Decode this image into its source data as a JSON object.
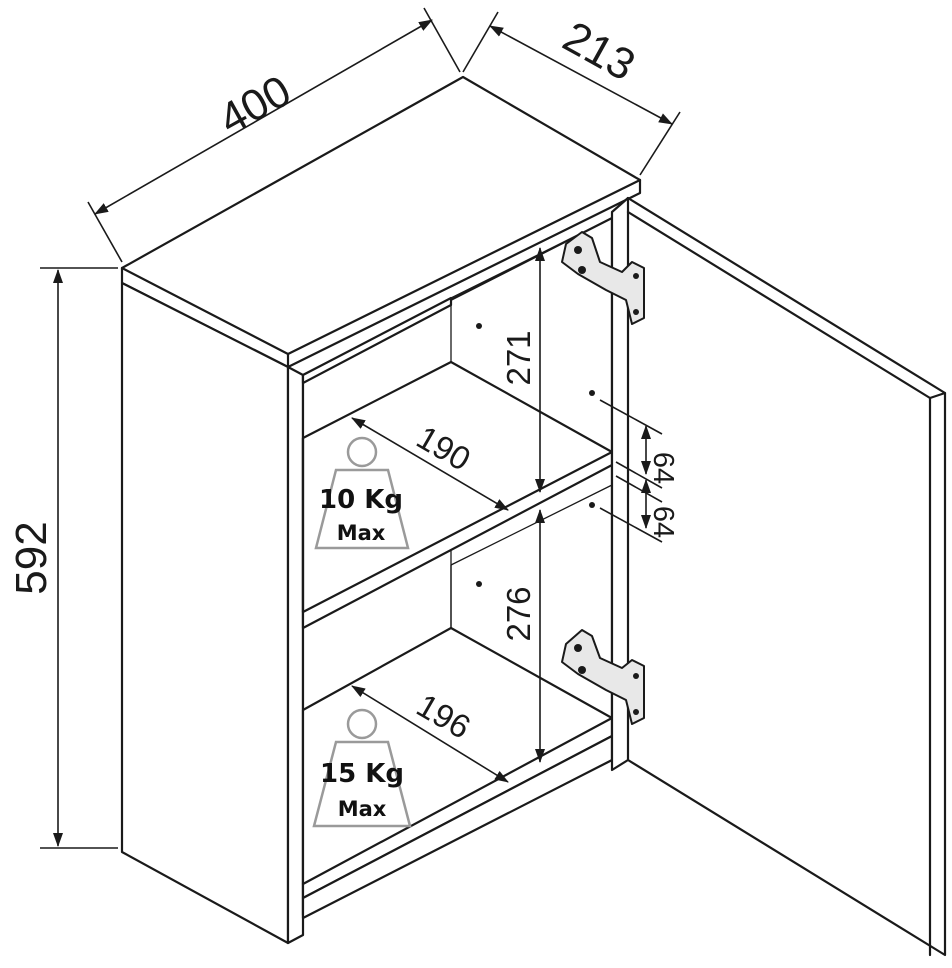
{
  "dimensions": {
    "width": "400",
    "depth": "213",
    "height": "592",
    "upper_compartment_height": "271",
    "lower_compartment_height": "276",
    "upper_shelf_depth": "190",
    "lower_shelf_depth": "196",
    "shelf_hole_spacing_upper": "64",
    "shelf_hole_spacing_lower": "64"
  },
  "load_limits": [
    {
      "weight": "10 Kg",
      "label": "Max"
    },
    {
      "weight": "15 Kg",
      "label": "Max"
    }
  ],
  "icons": {
    "upper_weight": "weight-icon",
    "lower_weight": "weight-icon",
    "upper_hinge": "hinge-icon",
    "lower_hinge": "hinge-icon"
  },
  "colors": {
    "line": "#1a1a1a",
    "background": "#ffffff",
    "weight_outline": "#9a9a9a"
  }
}
